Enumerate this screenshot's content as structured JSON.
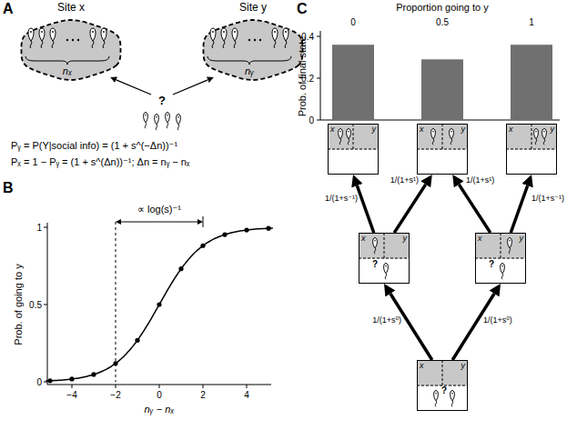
{
  "diagram": {
    "nodes": [
      {
        "text": [
          "Site x",
          "nₓ"
        ]
      },
      {
        "text": [
          "Site y",
          "nᵧ"
        ]
      },
      {
        "text": [
          "?"
        ]
      },
      {
        "text": [
          "x",
          "y"
        ]
      },
      {
        "text": [
          "x",
          "y"
        ]
      },
      {
        "text": [
          "x",
          "y"
        ]
      },
      {
        "text": [
          "x",
          "y",
          "?"
        ]
      },
      {
        "text": [
          "x",
          "y",
          "?"
        ]
      },
      {
        "text": [
          "x",
          "y",
          "?"
        ]
      }
    ],
    "edges": [
      {
        "from": 2,
        "to": 0,
        "arrow": "to"
      },
      {
        "from": 2,
        "to": 1,
        "arrow": "to"
      },
      {
        "from": 6,
        "to": 3,
        "label": "1/(1+s⁻¹)",
        "arrow": "to"
      },
      {
        "from": 6,
        "to": 4,
        "label": "1/(1+s¹)",
        "arrow": "to"
      },
      {
        "from": 7,
        "to": 4,
        "label": "1/(1+s¹)",
        "arrow": "to"
      },
      {
        "from": 7,
        "to": 5,
        "label": "1/(1+s⁻¹)",
        "arrow": "to"
      },
      {
        "from": 8,
        "to": 6,
        "label": "1/(1+s⁰)",
        "arrow": "to"
      },
      {
        "from": 8,
        "to": 7,
        "label": "1/(1+s⁰)",
        "arrow": "to"
      }
    ],
    "labels": [
      "A",
      "B",
      "C",
      "Pᵧ = P(Y|social info) = (1 + s^(−Δn))⁻¹",
      "Pₓ = 1 − Pᵧ = (1 + s^(Δn))⁻¹;  Δn = nᵧ − nₓ",
      "Prob. of going to y",
      "1",
      "0.5",
      "0",
      "−4",
      "−2",
      "0",
      "2",
      "4",
      "nᵧ − nₓ",
      "∝ log(s)⁻¹",
      "Proportion going to y",
      "0",
      "0.5",
      "1",
      "0.4",
      "0.2",
      "0",
      "Prob. of final state"
    ]
  }
}
